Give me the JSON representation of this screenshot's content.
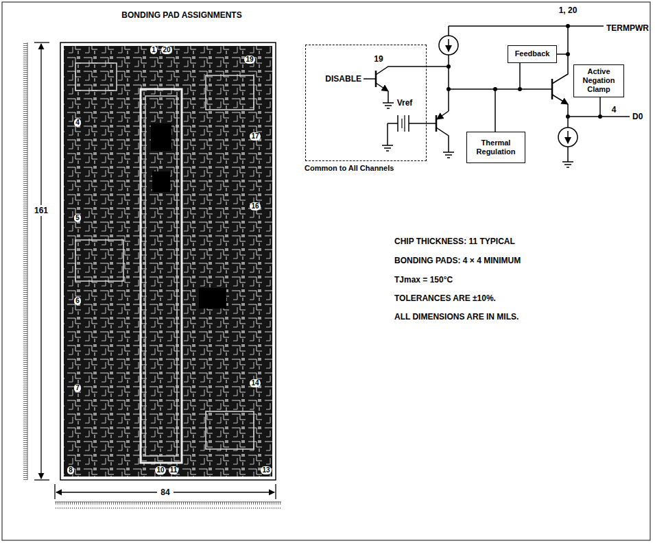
{
  "diagram": {
    "title": "BONDING PAD ASSIGNMENTS",
    "nodes": [
      {
        "text": [
          "Feedback"
        ]
      },
      {
        "text": [
          "Common to All Channels"
        ]
      },
      {
        "text": [
          "Active Negation Clamp"
        ]
      },
      {
        "text": [
          "Thermal Regulation"
        ]
      }
    ],
    "labels": [
      "1",
      "20",
      "19",
      "4",
      "17",
      "16",
      "5",
      "6",
      "14",
      "7",
      "8",
      "10",
      "11",
      "13",
      "161",
      "84",
      "1, 20",
      "TERMPWR",
      "19",
      "DISABLE",
      "Vref",
      "4",
      "D0",
      "CHIP THICKNESS: 11 TYPICAL",
      "BONDING PADS: 4 × 4 MINIMUM",
      "TJmax = 150°C",
      "TOLERANCES ARE ±10%.",
      "ALL DIMENSIONS ARE IN MILS."
    ]
  }
}
